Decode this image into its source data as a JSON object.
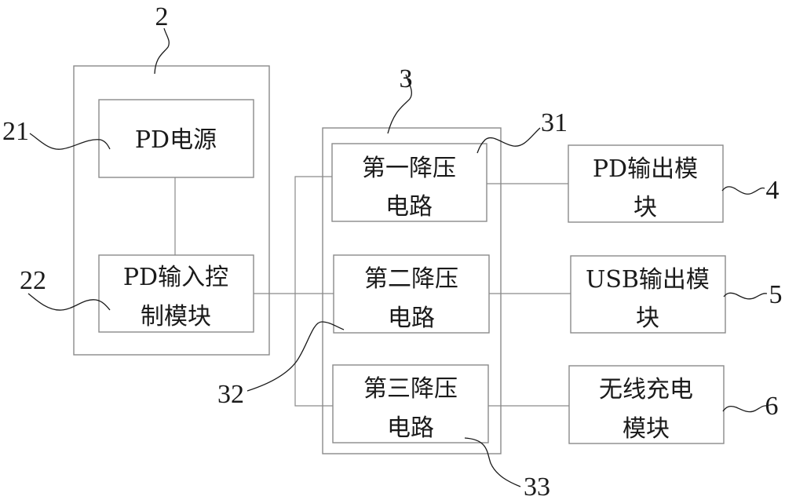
{
  "diagram": {
    "block_2": {
      "ref": "2"
    },
    "block_21": {
      "ref": "21",
      "line1": "PD电源",
      "line2": ""
    },
    "block_22": {
      "ref": "22",
      "line1": "PD输入控",
      "line2": "制模块"
    },
    "block_3": {
      "ref": "3"
    },
    "block_31": {
      "ref": "31",
      "line1": "第一降压",
      "line2": "电路"
    },
    "block_32": {
      "ref": "32",
      "line1": "第二降压",
      "line2": "电路"
    },
    "block_33": {
      "ref": "33",
      "line1": "第三降压",
      "line2": "电路"
    },
    "block_4": {
      "ref": "4",
      "line1": "PD输出模",
      "line2": "块"
    },
    "block_5": {
      "ref": "5",
      "line1": "USB输出模",
      "line2": "块"
    },
    "block_6": {
      "ref": "6",
      "line1": "无线充电",
      "line2": "模块"
    }
  }
}
